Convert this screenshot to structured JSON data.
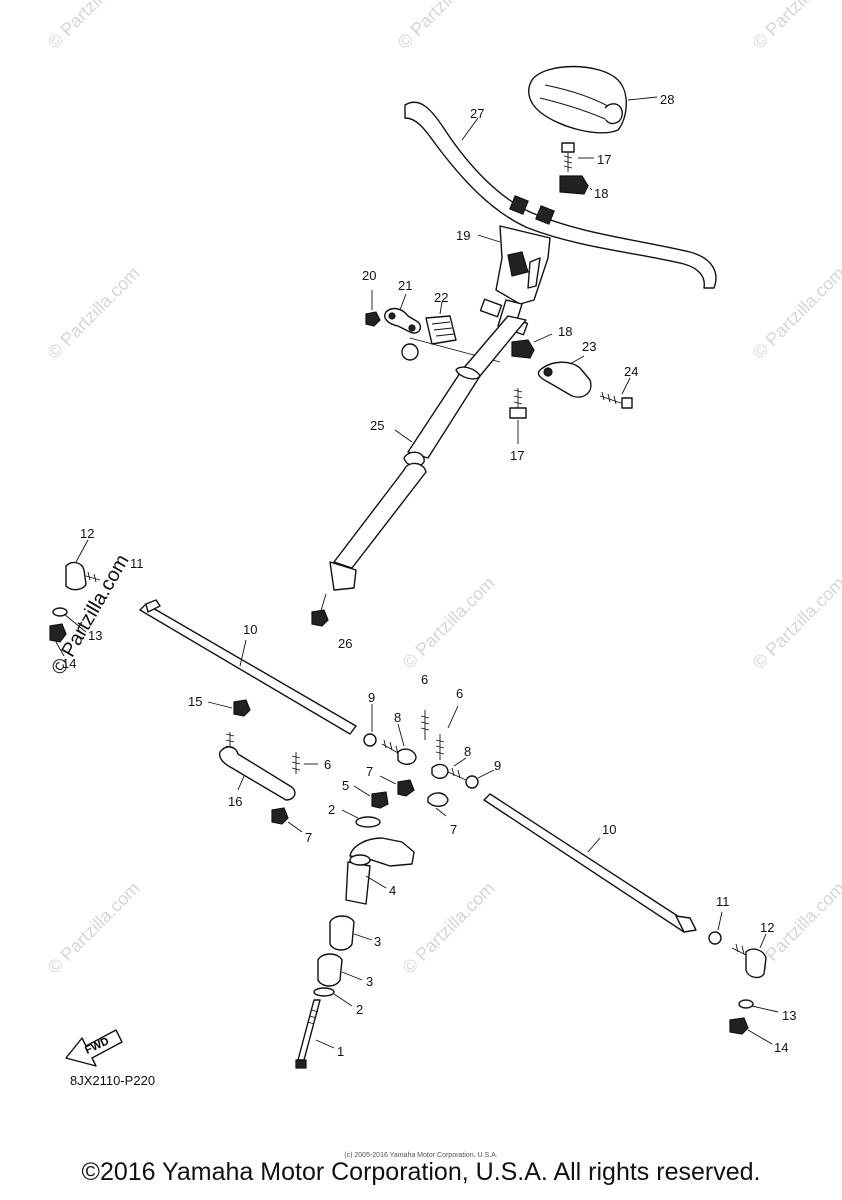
{
  "watermark": "© Partzilla.com",
  "diagram_code": "8JX2110-P220",
  "fwd_label": "FWD",
  "copyright": "©2016 Yamaha Motor Corporation, U.S.A. All rights reserved.",
  "small_copyright": "(c) 2005-2016 Yamaha Motor Corporation, U.S.A.",
  "callouts": {
    "c1": "1",
    "c2a": "2",
    "c2b": "2",
    "c3a": "3",
    "c3b": "3",
    "c4": "4",
    "c5": "5",
    "c6a": "6",
    "c6b": "6",
    "c6c": "6",
    "c7a": "7",
    "c7b": "7",
    "c7c": "7",
    "c8a": "8",
    "c8b": "8",
    "c9a": "9",
    "c9b": "9",
    "c10a": "10",
    "c10b": "10",
    "c11a": "11",
    "c11b": "11",
    "c12a": "12",
    "c12b": "12",
    "c13a": "13",
    "c13b": "13",
    "c14a": "14",
    "c14b": "14",
    "c15": "15",
    "c16": "16",
    "c17a": "17",
    "c17b": "17",
    "c18a": "18",
    "c18b": "18",
    "c19": "19",
    "c20": "20",
    "c21": "21",
    "c22": "22",
    "c23": "23",
    "c24": "24",
    "c25": "25",
    "c26": "26",
    "c27": "27",
    "c28": "28"
  }
}
